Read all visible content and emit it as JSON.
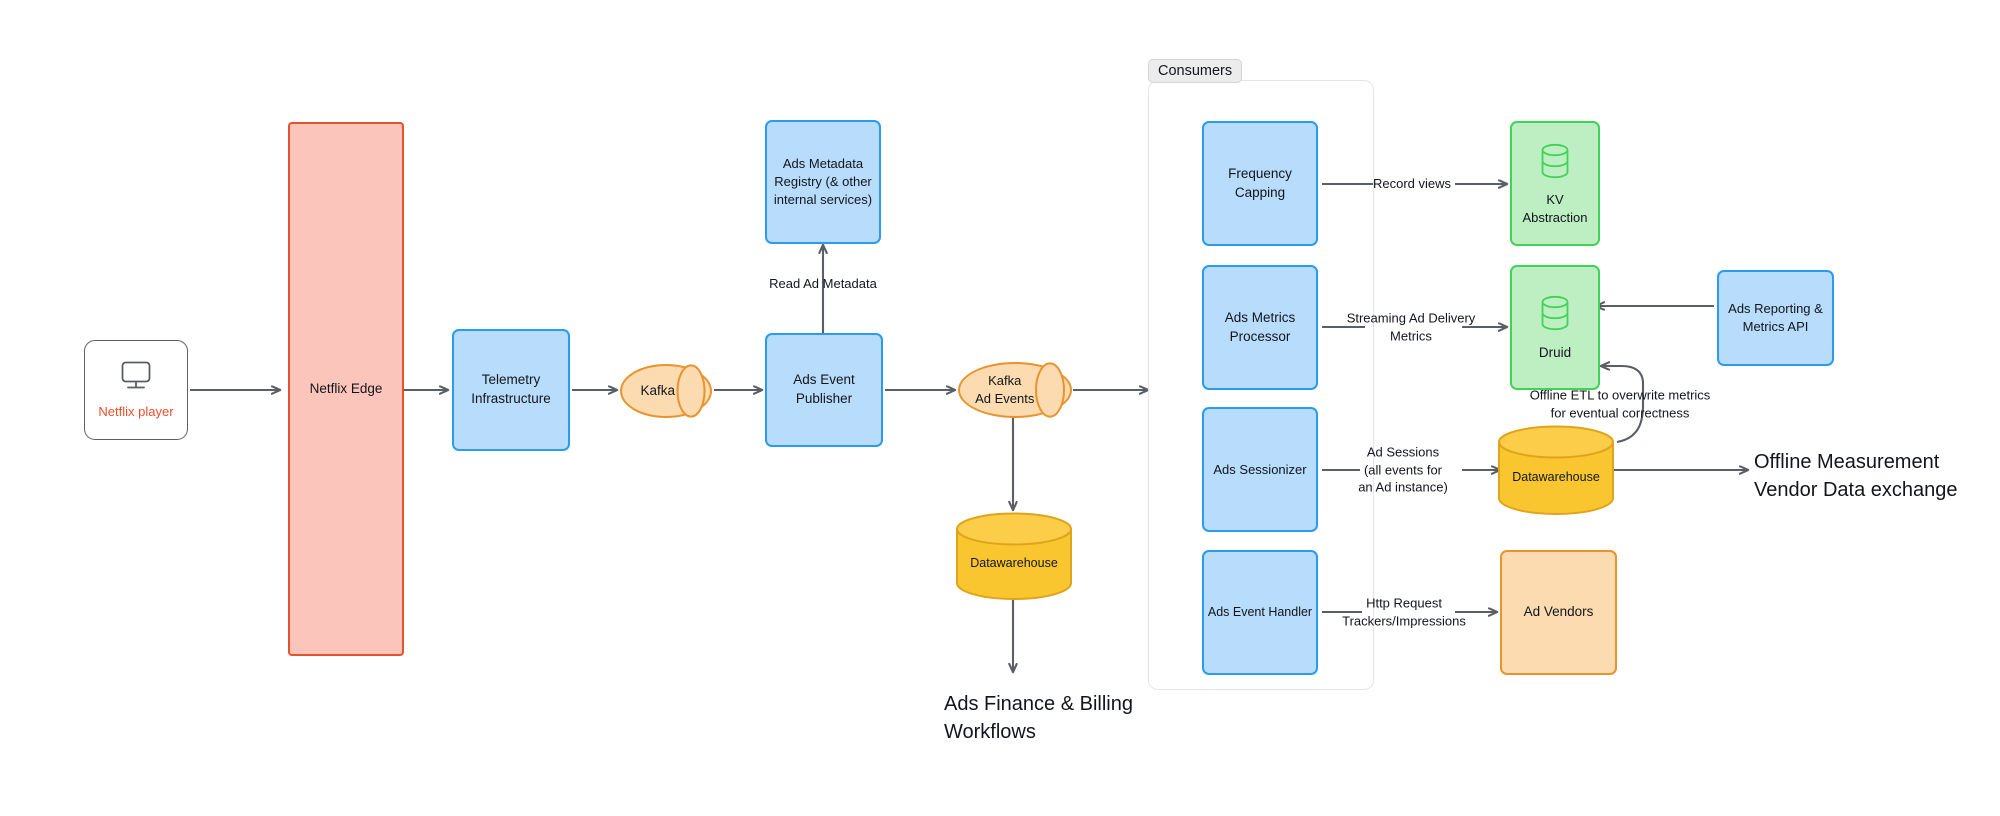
{
  "diagram": {
    "title": "Netflix Ads Event Processing Architecture",
    "colors": {
      "blue_fill": "#b8dcfb",
      "blue_border": "#2b9bf0",
      "green_fill": "#bdefc3",
      "green_border": "#41d257",
      "orange_fill": "#fcdbb0",
      "orange_border": "#e9932c",
      "pink_fill": "#fcc5bb",
      "pink_border": "#e7512c",
      "yellow_fill": "#f9c62f",
      "yellow_border": "#e0a41c",
      "arrow": "#5a5f66",
      "netflix_red": "#e8502a"
    }
  },
  "nodes": {
    "netflix_player": {
      "label": "Netflix player",
      "icon": "monitor-icon"
    },
    "netflix_edge": {
      "label": "Netflix Edge"
    },
    "telemetry_infrastructure": {
      "label": "Telemetry\nInfrastructure"
    },
    "kafka": {
      "label": "Kafka"
    },
    "ads_metadata_registry": {
      "label": "Ads Metadata\nRegistry (& other\ninternal services)"
    },
    "ads_event_publisher": {
      "label": "Ads Event\nPublisher"
    },
    "kafka_ad_events": {
      "label": "Kafka\nAd Events"
    },
    "datawarehouse_left": {
      "label": "Datawarehouse"
    },
    "ads_finance_billing": {
      "label": "Ads Finance & Billing\nWorkflows"
    },
    "frequency_capping": {
      "label": "Frequency\nCapping"
    },
    "ads_metrics_processor": {
      "label": "Ads Metrics\nProcessor"
    },
    "ads_sessionizer": {
      "label": "Ads Sessionizer"
    },
    "ads_event_handler": {
      "label": "Ads Event Handler"
    },
    "kv_abstraction": {
      "label": "KV\nAbstraction",
      "icon": "database-icon"
    },
    "druid": {
      "label": "Druid",
      "icon": "database-icon"
    },
    "datawarehouse_right": {
      "label": "Datawarehouse"
    },
    "ad_vendors": {
      "label": "Ad Vendors"
    },
    "ads_reporting_metrics_api": {
      "label": "Ads Reporting &\nMetrics API"
    },
    "offline_measurement": {
      "label": "Offline Measurement\nVendor Data exchange"
    }
  },
  "groups": {
    "consumers": {
      "label": "Consumers"
    }
  },
  "edge_labels": {
    "read_ad_metadata": "Read Ad Metadata",
    "record_views": "Record views",
    "streaming_ad_delivery_metrics": "Streaming Ad Delivery\nMetrics",
    "ad_sessions": "Ad Sessions\n(all events for\nan Ad instance)",
    "http_request_trackers": "Http Request\nTrackers/Impressions",
    "offline_etl": "Offline ETL to overwrite metrics\nfor eventual correctness"
  }
}
